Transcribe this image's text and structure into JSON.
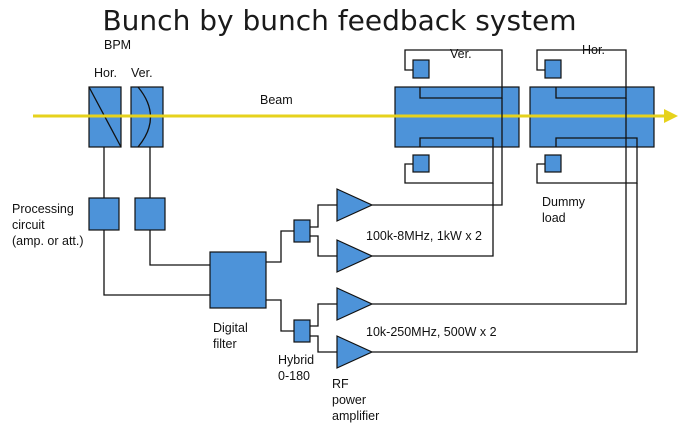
{
  "title": "Bunch by bunch feedback system",
  "labels": {
    "bpm_partial": "BPM",
    "hor_left": "Hor.",
    "ver_left": "Ver.",
    "beam": "Beam",
    "ver_kicker": "Ver.",
    "hor_kicker": "Hor.",
    "processing_line1": "Processing",
    "processing_line2": "circuit",
    "processing_line3": "(amp. or att.)",
    "dummy_line1": "Dummy",
    "dummy_line2": "load",
    "amp_spec_1": "100k-8MHz, 1kW x 2",
    "amp_spec_2": "10k-250MHz, 500W x 2",
    "digital_line1": "Digital",
    "digital_line2": "filter",
    "hybrid_line1": "Hybrid",
    "hybrid_line2": "0-180",
    "rf_line1": "RF",
    "rf_line2": "power",
    "rf_line3": "amplifier"
  },
  "colors": {
    "component_fill": "#4d93d9",
    "beam": "#e6d21c",
    "wire": "#111111"
  }
}
